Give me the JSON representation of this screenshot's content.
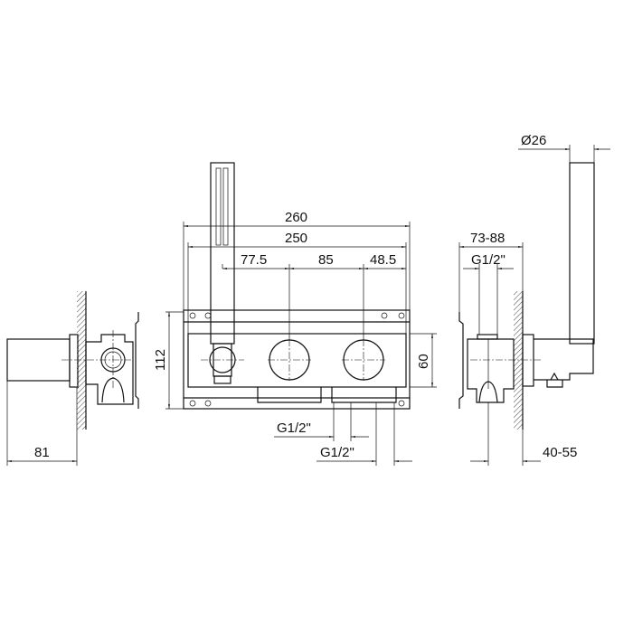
{
  "title": "Concealed thermostatic shower mixer with hand shower - dimension drawing",
  "dimensions": {
    "left_depth": "81",
    "overall_width": "260",
    "frame_width": "250",
    "handle_to_valve1": "77.5",
    "valve1_to_valve2": "85",
    "valve2_to_edge": "48.5",
    "frame_height": "112",
    "plate_height": "60",
    "outlet1_thread": "G1/2\"",
    "outlet2_thread": "G1/2\"",
    "handshower_diameter": "Ø26",
    "installation_depth": "73-88",
    "inlet_thread": "G1/2\"",
    "projection": "40-55"
  }
}
